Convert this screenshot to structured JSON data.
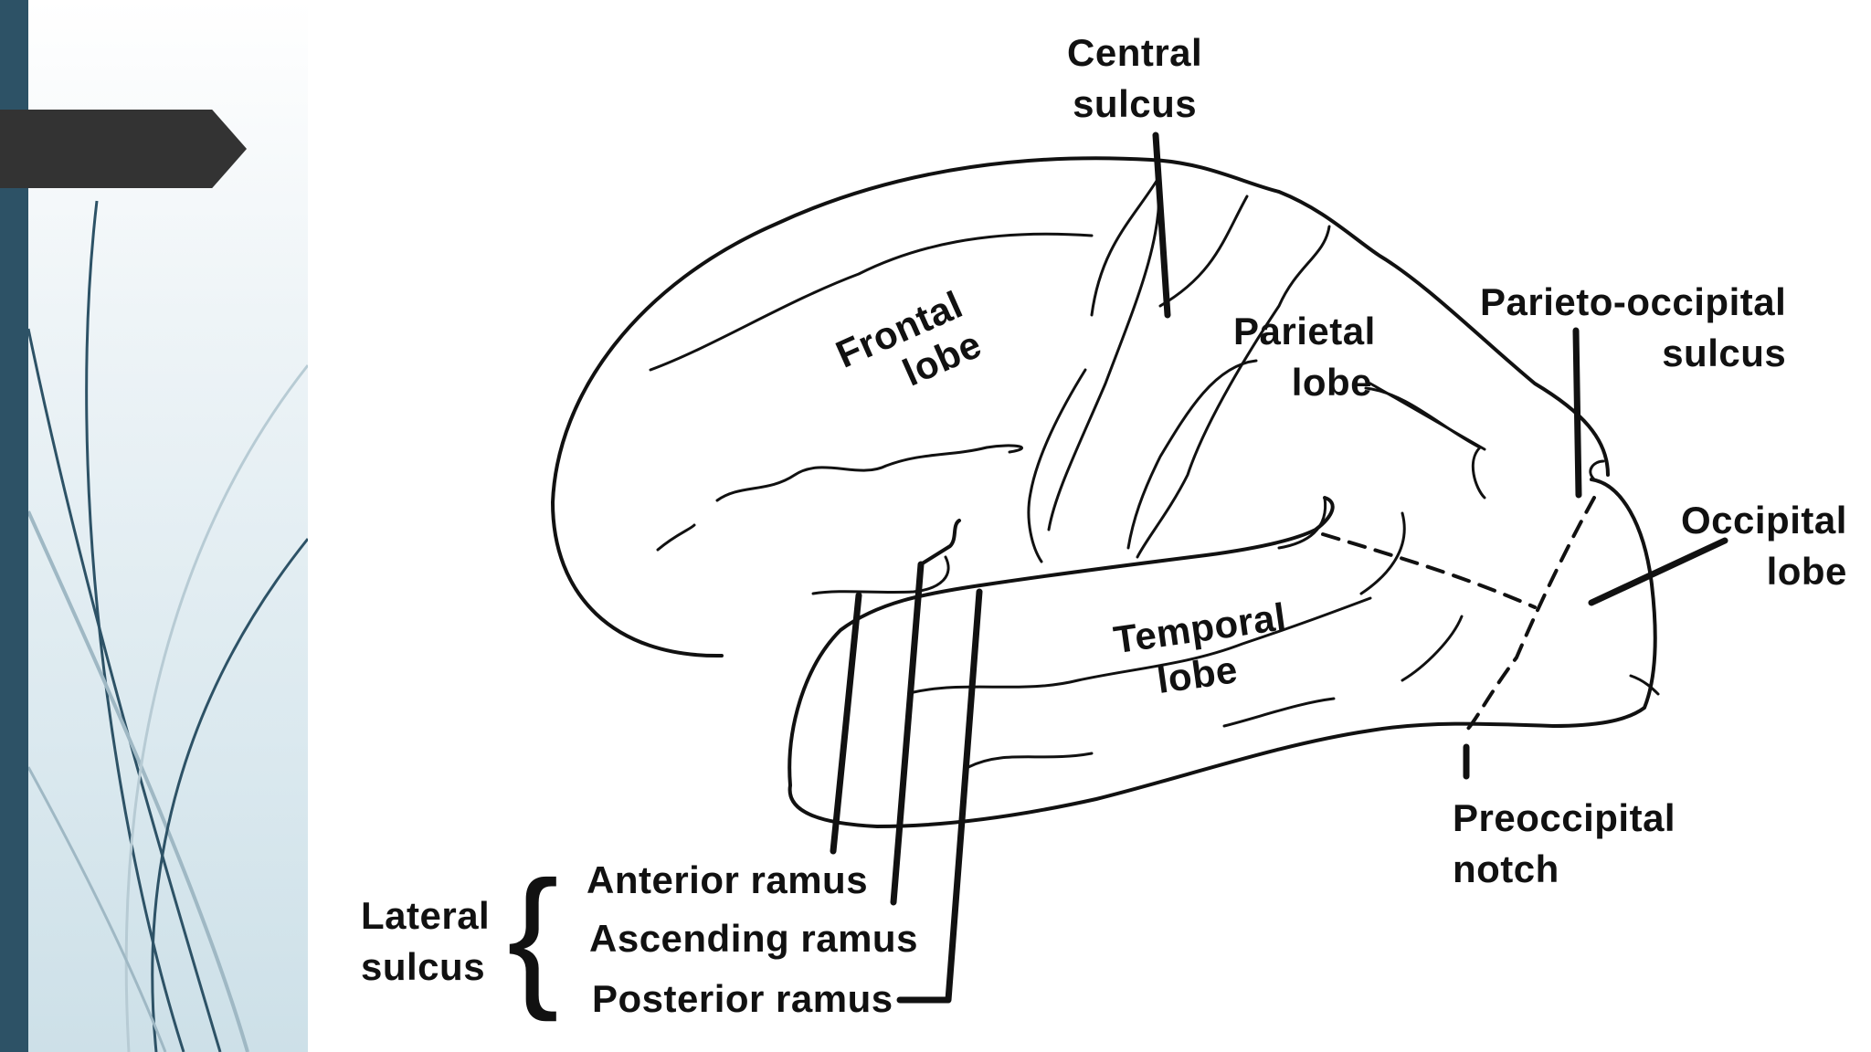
{
  "theme": {
    "sidebar_color": "#2d5266",
    "tab_color": "#333333",
    "line_color": "#111111",
    "accent_line": "#2d5266"
  },
  "labels": {
    "central_sulcus": [
      "Central",
      "sulcus"
    ],
    "frontal_lobe": [
      "Frontal",
      "lobe"
    ],
    "parietal_lobe": [
      "Parietal",
      "lobe"
    ],
    "parieto_occipital_sulcus": [
      "Parieto-occipital",
      "sulcus"
    ],
    "occipital_lobe": [
      "Occipital",
      "lobe"
    ],
    "temporal_lobe": [
      "Temporal",
      "lobe"
    ],
    "preoccipital_notch": [
      "Preoccipital",
      "notch"
    ],
    "lateral_sulcus": [
      "Lateral",
      "sulcus"
    ],
    "anterior_ramus": "Anterior ramus",
    "ascending_ramus": "Ascending ramus",
    "posterior_ramus": "Posterior ramus"
  }
}
